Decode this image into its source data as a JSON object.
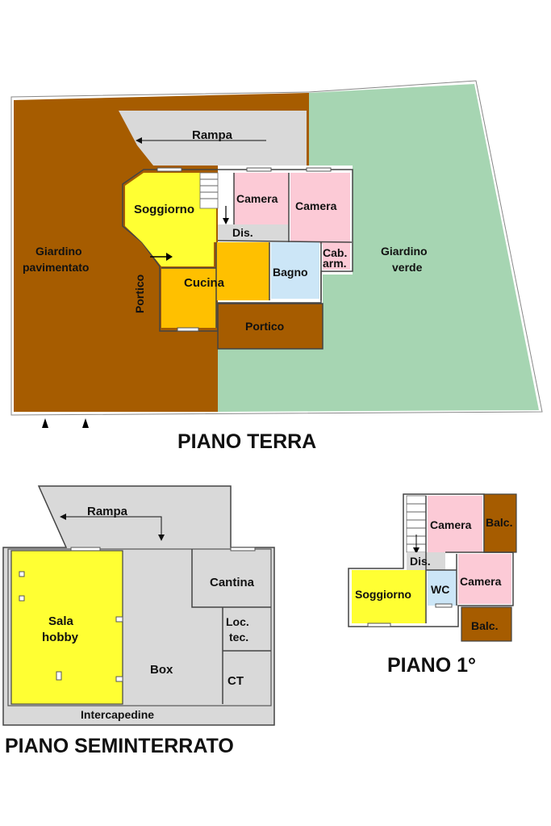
{
  "colors": {
    "paved_garden": "#a65c00",
    "green_garden": "#a6d5b2",
    "ramp": "#d9d9d9",
    "living": "#ffff33",
    "kitchen": "#ffc000",
    "bedroom": "#fccad6",
    "bath": "#cce6f7",
    "portico": "#a65c00",
    "basement": "#d9d9d9"
  },
  "ground_floor": {
    "title": "PIANO TERRA",
    "rooms": {
      "rampa": "Rampa",
      "soggiorno": "Soggiorno",
      "camera_1": "Camera",
      "camera_2": "Camera",
      "dis": "Dis.",
      "giardino_pav_1": "Giardino",
      "giardino_pav_2": "pavimentato",
      "giardino_verde_1": "Giardino",
      "giardino_verde_2": "verde",
      "cab_1": "Cab.",
      "cab_2": "arm.",
      "bagno": "Bagno",
      "cucina": "Cucina",
      "portico_vertical": "Portico",
      "portico": "Portico"
    }
  },
  "basement": {
    "title": "PIANO SEMINTERRATO",
    "rooms": {
      "rampa": "Rampa",
      "cantina": "Cantina",
      "sala_1": "Sala",
      "sala_2": "hobby",
      "loc_1": "Loc.",
      "loc_2": "tec.",
      "box": "Box",
      "ct": "CT",
      "intercapedine": "Intercapedine"
    }
  },
  "first_floor": {
    "title": "PIANO 1°",
    "rooms": {
      "camera_1": "Camera",
      "balc_1": "Balc.",
      "dis": "Dis.",
      "soggiorno": "Soggiorno",
      "wc": "WC",
      "camera_2": "Camera",
      "balc_2": "Balc."
    }
  }
}
